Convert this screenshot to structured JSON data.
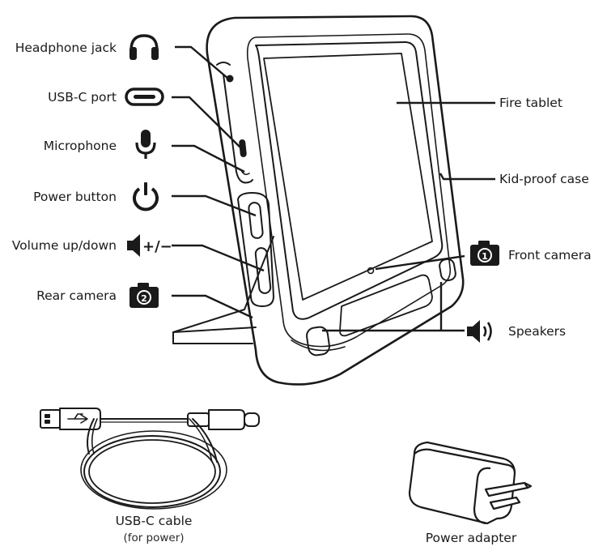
{
  "callouts": {
    "headphone_jack": "Headphone jack",
    "usb_c_port": "USB-C port",
    "microphone": "Microphone",
    "power_button": "Power button",
    "volume": "Volume up/down",
    "rear_camera": "Rear camera",
    "fire_tablet": "Fire tablet",
    "kid_proof_case": "Kid-proof case",
    "front_camera": "Front camera",
    "speakers": "Speakers"
  },
  "accessories": {
    "cable_label": "USB-C cable",
    "cable_note": "(for power)",
    "adapter_label": "Power adapter"
  },
  "badges": {
    "front_camera_number": "1",
    "rear_camera_number": "2",
    "volume_symbols": "+/−"
  },
  "icons": [
    "headphones-icon",
    "usb-c-port-icon",
    "microphone-icon",
    "power-icon",
    "volume-icon",
    "rear-camera-icon",
    "front-camera-icon",
    "speaker-icon"
  ]
}
